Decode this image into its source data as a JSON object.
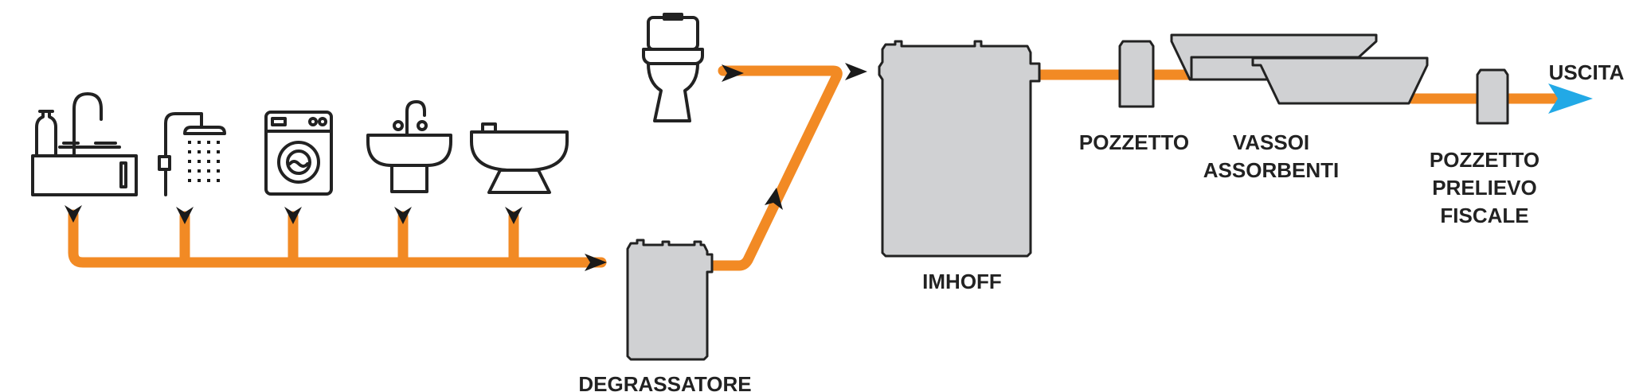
{
  "colors": {
    "pipe": "#f28a24",
    "tank": "#d0d1d3",
    "outlet_arrow": "#22a9e6",
    "line": "#222222"
  },
  "labels": {
    "degreaser": "DEGRASSATORE",
    "imhoff": "IMHOFF",
    "manhole": "POZZETTO",
    "trays_line1": "VASSOI",
    "trays_line2": "ASSORBENTI",
    "sampling_line1": "POZZETTO",
    "sampling_line2": "PRELIEVO",
    "sampling_line3": "FISCALE",
    "outlet": "USCITA"
  },
  "icons": [
    "kitchen-sink-icon",
    "shower-icon",
    "washing-machine-icon",
    "washbasin-icon",
    "bidet-icon",
    "toilet-icon"
  ]
}
